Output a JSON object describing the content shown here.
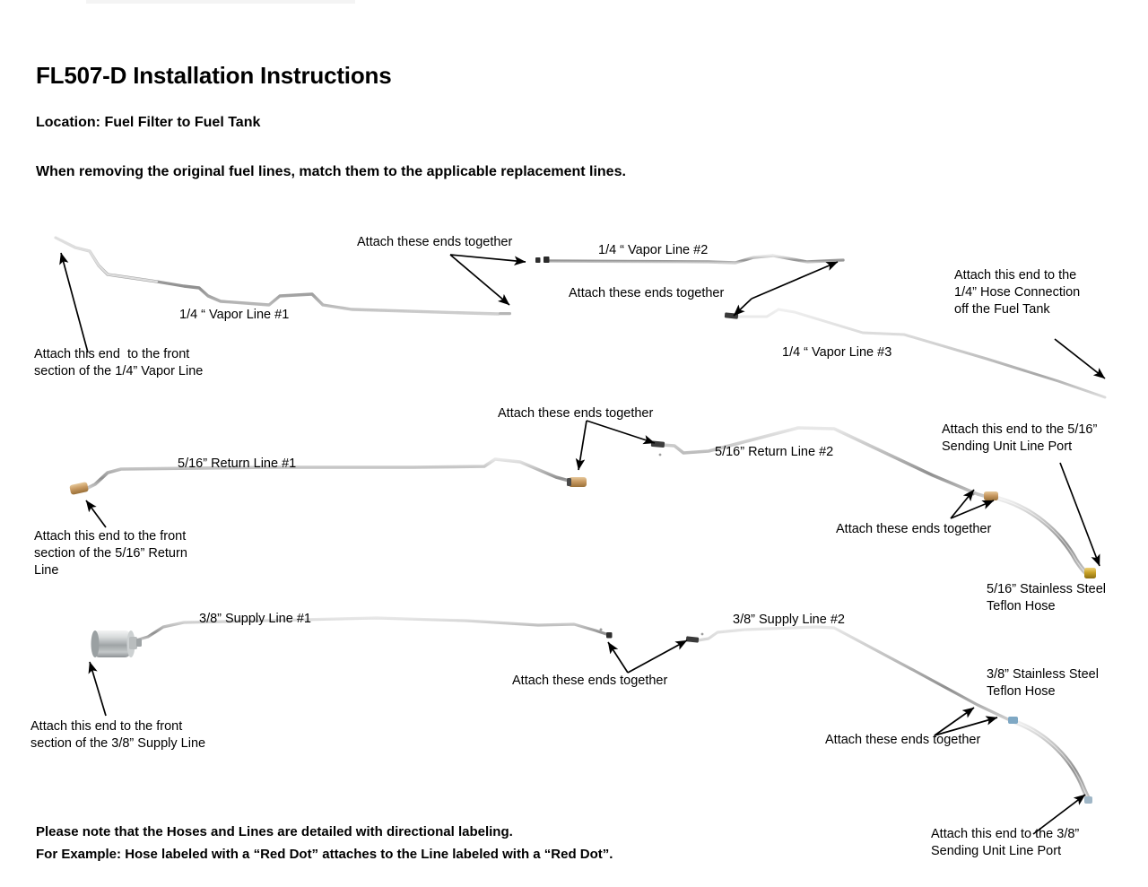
{
  "document": {
    "title": "FL507-D Installation Instructions",
    "location": "Location: Fuel Filter to Fuel Tank",
    "lead": "When removing the original fuel lines, match them to the applicable replacement lines."
  },
  "labels": {
    "vapor_line_1": "1/4 “ Vapor Line #1",
    "vapor_line_2": "1/4 “ Vapor Line #2",
    "vapor_line_3": "1/4 “ Vapor Line #3",
    "return_line_1": "5/16” Return Line #1",
    "return_line_2": "5/16” Return Line #2",
    "supply_line_1": "3/8” Supply Line #1",
    "supply_line_2": "3/8” Supply Line #2",
    "hose_516": "5/16” Stainless Steel\nTeflon Hose",
    "hose_38": "3/8” Stainless Steel\nTeflon Hose"
  },
  "callouts": {
    "vapor_left_end": "Attach this end  to the front\nsection of the 1/4” Vapor Line",
    "vapor_attach_1": "Attach these ends together",
    "vapor_attach_2": "Attach these ends together",
    "vapor_tank_end": "Attach this end to the\n1/4” Hose Connection\noff the Fuel Tank",
    "return_left_end": "Attach this end to the front\nsection of the 5/16” Return\nLine",
    "return_attach_1": "Attach these ends together",
    "return_attach_2": "Attach these ends together",
    "return_sending_unit": "Attach this end to the 5/16”\nSending Unit Line Port",
    "supply_left_end": "Attach this end to the front\nsection of the 3/8” Supply Line",
    "supply_attach_1": "Attach these ends together",
    "supply_attach_2": "Attach these ends together",
    "supply_sending_unit": "Attach this end to the 3/8”\nSending Unit Line Port"
  },
  "footer": {
    "line1": "Please note that the Hoses and Lines are detailed with directional labeling.",
    "line2": "For Example: Hose labeled with a “Red Dot” attaches to the Line labeled with a “Red Dot”."
  },
  "colors": {
    "background": "#ffffff",
    "text": "#000000",
    "tube_light": "#c9c9c9",
    "tube_mid": "#9a9a9a",
    "tube_dark": "#6f6f6f",
    "brass_fitting": "#c89a62",
    "gold_fitting": "#c9a227",
    "chrome_canister": "#b8bcbd",
    "dark_fitting": "#3a3a3a"
  }
}
